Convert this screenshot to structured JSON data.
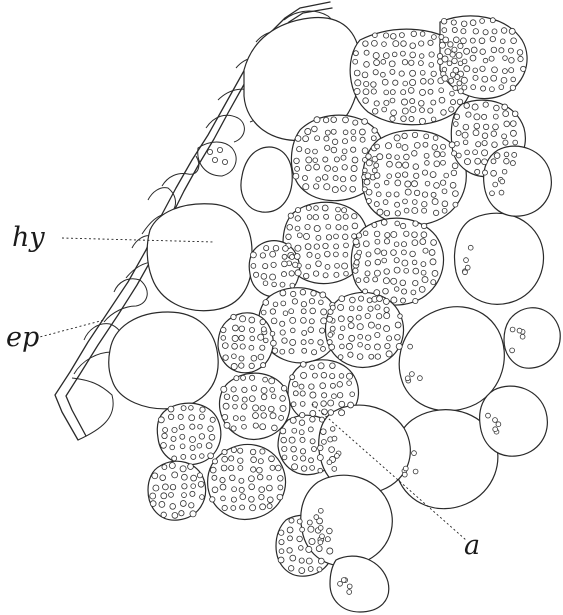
{
  "labels": {
    "hy": "hy",
    "ep": "ep",
    "a": "a"
  }
}
